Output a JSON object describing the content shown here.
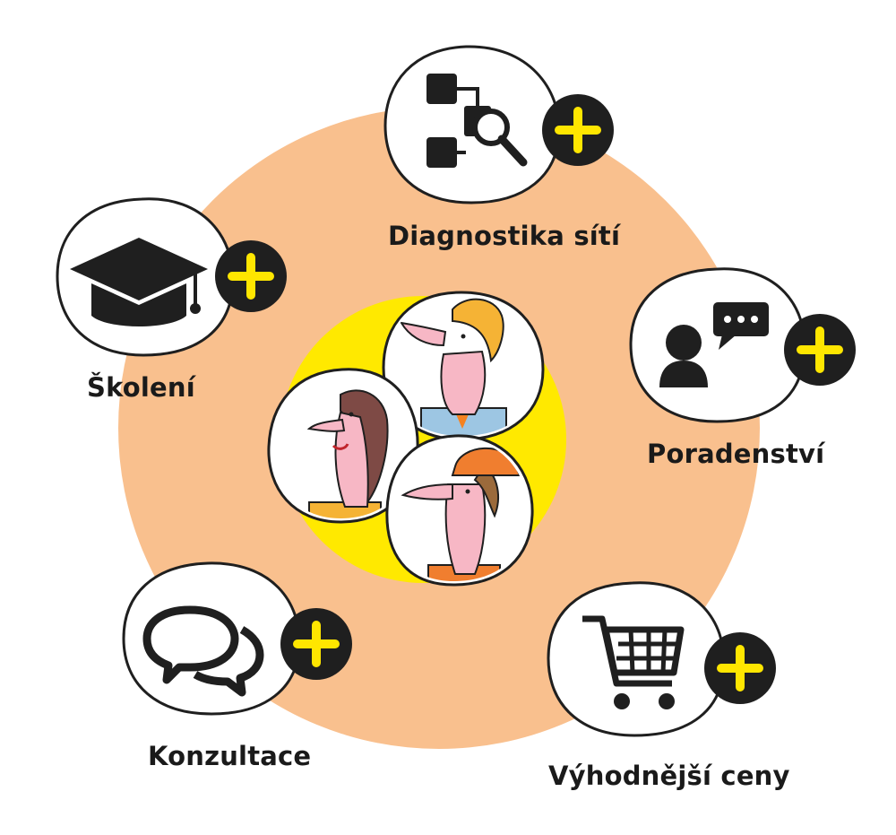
{
  "colors": {
    "ring": "#F9C08E",
    "center_disc": "#FFE900",
    "plus_badge": "#1F1F1F",
    "plus_sign": "#FFE600",
    "icon": "#1F1F1F",
    "bubble_fill": "#FFFFFF",
    "bubble_stroke": "#1F1F1F"
  },
  "services": [
    {
      "id": "diagnostika",
      "label": "Diagnostika sítí",
      "icon": "network-diagnostics-icon"
    },
    {
      "id": "poradenstvi",
      "label": "Poradenství",
      "icon": "advisor-chat-icon"
    },
    {
      "id": "vyhodnejsi_ceny",
      "label": "Výhodnější ceny",
      "icon": "shopping-cart-icon"
    },
    {
      "id": "konzultace",
      "label": "Konzultace",
      "icon": "speech-bubbles-icon"
    },
    {
      "id": "skoleni",
      "label": "Školení",
      "icon": "graduation-cap-icon"
    }
  ],
  "center": {
    "people": [
      "businessman-avatar",
      "woman-avatar",
      "worker-helmet-avatar"
    ]
  }
}
